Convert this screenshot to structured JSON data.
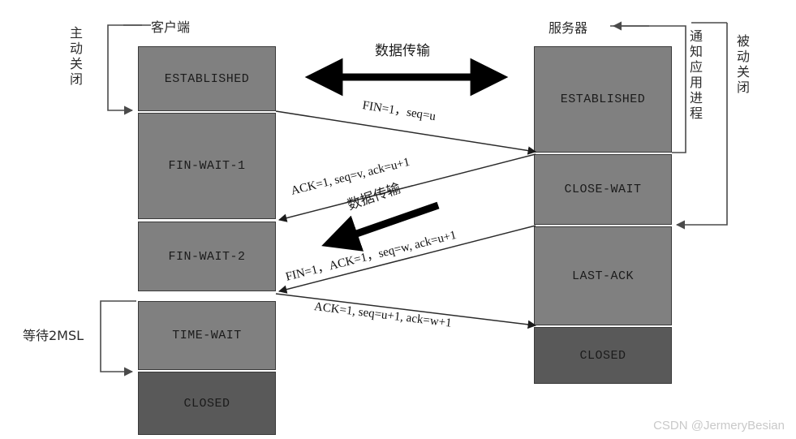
{
  "diagram": {
    "title": "TCP four-way handshake connection termination",
    "watermark": "CSDN @JermeryBesian",
    "colors": {
      "state_fill": "#808080",
      "closed_fill": "#595959",
      "stroke": "#3a3a3a",
      "arrow": "#000000",
      "text": "#1b1b1b",
      "watermark": "#c9c9c9"
    }
  },
  "endpoints": {
    "client_label": "客户端",
    "server_label": "服务器"
  },
  "annotations": {
    "active_close": "主动关闭",
    "passive_close": "被动关闭",
    "notify_app": "通知应用进程",
    "wait_2msl": "等待2MSL"
  },
  "client_states": [
    {
      "name": "ESTABLISHED",
      "kind": "active"
    },
    {
      "name": "FIN-WAIT-1",
      "kind": "active"
    },
    {
      "name": "FIN-WAIT-2",
      "kind": "active"
    },
    {
      "name": "TIME-WAIT",
      "kind": "active"
    },
    {
      "name": "CLOSED",
      "kind": "closed"
    }
  ],
  "server_states": [
    {
      "name": "ESTABLISHED",
      "kind": "active"
    },
    {
      "name": "CLOSE-WAIT",
      "kind": "active"
    },
    {
      "name": "LAST-ACK",
      "kind": "active"
    },
    {
      "name": "CLOSED",
      "kind": "closed"
    }
  ],
  "data_flows": [
    {
      "label": "数据传输",
      "direction": "bidirectional"
    },
    {
      "label": "数据传输",
      "direction": "server-to-client"
    }
  ],
  "segments": [
    {
      "label": "FIN=1，seq=u",
      "direction": "client-to-server"
    },
    {
      "label": "ACK=1, seq=v, ack=u+1",
      "direction": "server-to-client"
    },
    {
      "label": "FIN=1，ACK=1，seq=w, ack=u+1",
      "direction": "server-to-client"
    },
    {
      "label": "ACK=1, seq=u+1, ack=w+1",
      "direction": "client-to-server"
    }
  ]
}
